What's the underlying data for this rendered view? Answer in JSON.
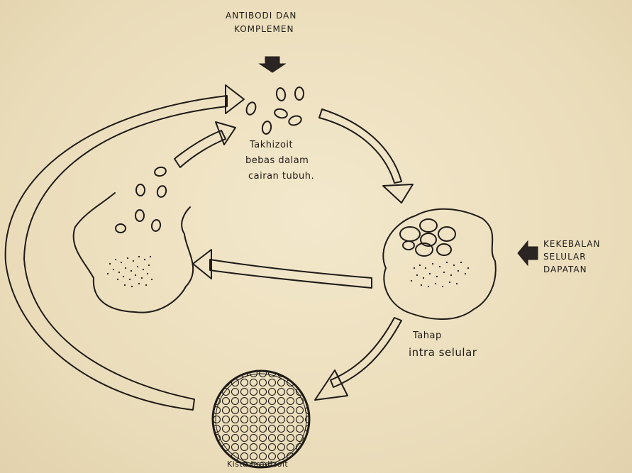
{
  "labels": {
    "antibody": [
      "ANTIBODI DAN",
      "KOMPLEMEN"
    ],
    "tachyzoite": [
      "Takhizoit",
      "bebas dalam",
      "cairan tubuh."
    ],
    "immunity": [
      "KEKEBALAN",
      "SELULAR",
      "DAPATAN"
    ],
    "intracellular": [
      "Tahap",
      "intra selular"
    ],
    "cyst": "Kista bradizoit"
  },
  "colors": {
    "ink": "#1e1a16",
    "paper": "#efe3c4"
  }
}
